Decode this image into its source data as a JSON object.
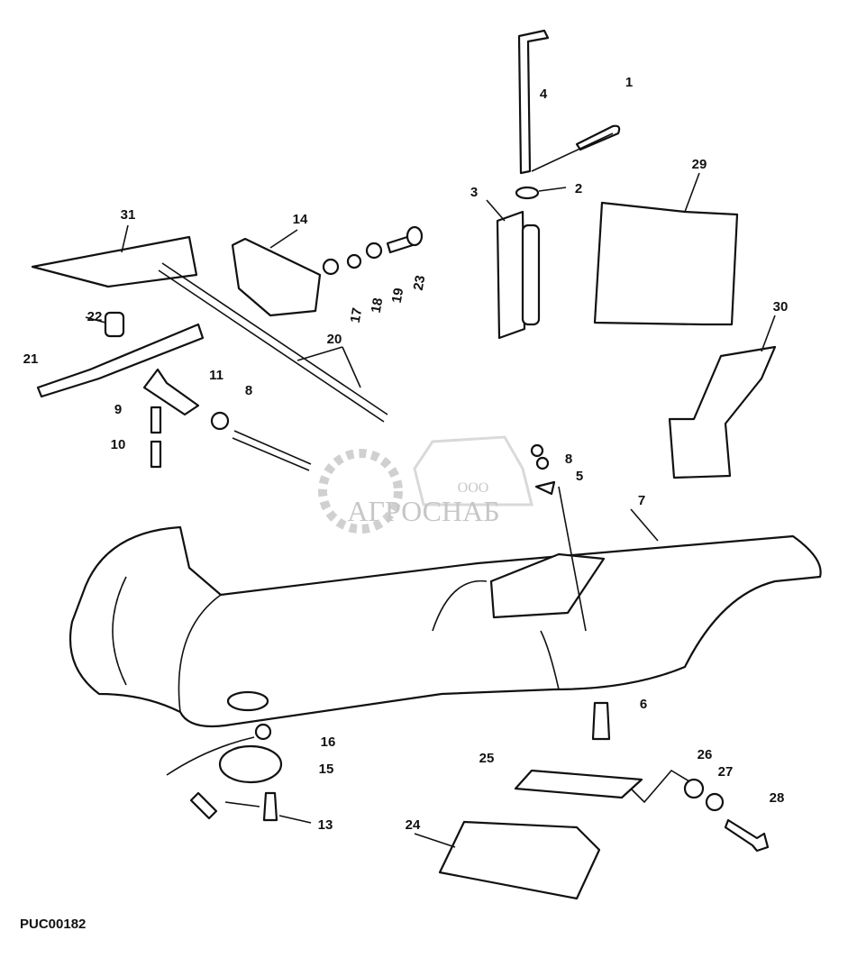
{
  "diagram_code": "PUC00182",
  "watermark": {
    "prefix": "ООО",
    "name": "АГРОСНАБ"
  },
  "callouts": [
    "1",
    "2",
    "3",
    "4",
    "29",
    "30",
    "31",
    "14",
    "22",
    "21",
    "20",
    "17",
    "18",
    "19",
    "23",
    "11",
    "8",
    "9",
    "10",
    "8",
    "5",
    "7",
    "6",
    "16",
    "15",
    "13",
    "25",
    "26",
    "27",
    "28",
    "24"
  ]
}
